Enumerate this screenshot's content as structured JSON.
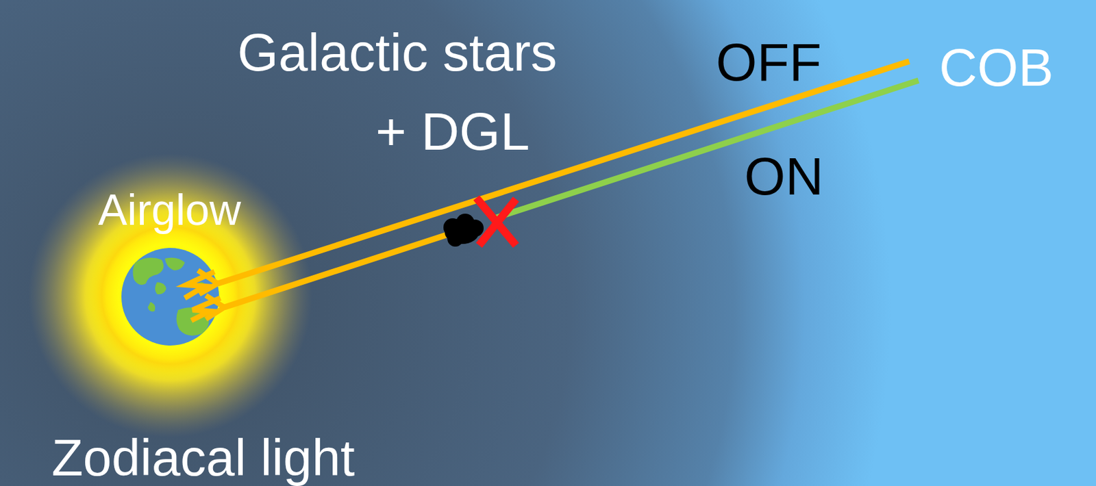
{
  "diagram": {
    "labels": [
      "Galactic stars",
      "+ DGL",
      "OFF",
      "COB",
      "ON",
      "Airglow",
      "Zodiacal light"
    ]
  }
}
